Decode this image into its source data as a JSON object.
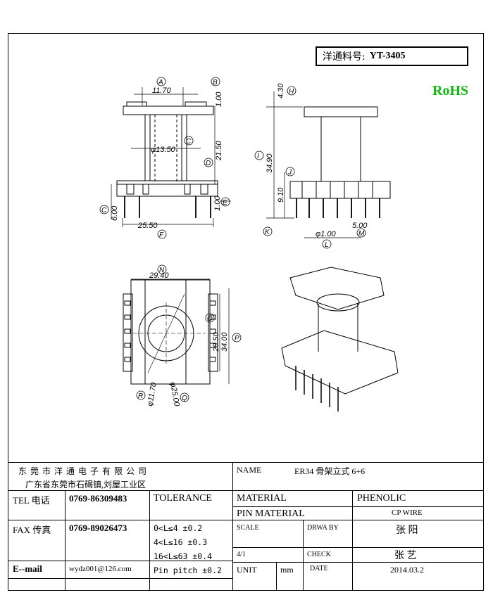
{
  "header": {
    "part_label": "洋通料号:",
    "part_number": "YT-3405",
    "rohs": "RoHS"
  },
  "dims": {
    "d_11_70": "11.70",
    "d_1_00_top": "1.00",
    "d_13_50": "φ13.50",
    "d_21_50": "21.50",
    "d_6_00": "6.00",
    "d_1_00_e": "1.00",
    "d_25_50": "25.50",
    "d_4_30": "4.30",
    "d_34_90": "34.90",
    "d_9_10": "9.10",
    "d_5_00": "5.00",
    "d_phi1": "φ1.00",
    "d_29_40": "29.40",
    "d_28_50": "28.50",
    "d_34_00": "34.00",
    "d_phi11_70": "φ11.70",
    "d_phi25": "φ25.00"
  },
  "callouts": [
    "A",
    "B",
    "C",
    "D",
    "C",
    "E",
    "F",
    "H",
    "I",
    "J",
    "K",
    "L",
    "M",
    "N",
    "O",
    "P",
    "R",
    "Q"
  ],
  "title_block": {
    "company_name": "东 莞 市 洋 通 电 子 有 限 公 司",
    "company_address": "广东省东莞市石碣镇,刘屋工业区",
    "tel_label": "TEL 电话",
    "tel_value": "0769-86309483",
    "fax_label": "FAX 传真",
    "fax_value": "0769-89026473",
    "email_label": "E--mail",
    "email_value": "wydz001@126.com",
    "tolerance_label": "TOLERANCE",
    "tol_1": "0<L≤4  ±0.2",
    "tol_2": "4<L≤16 ±0.3",
    "tol_3": "16<L≤63 ±0.4",
    "tol_4": "Pin pitch ±0.2",
    "name_label": "NAME",
    "name_value": "ER34 骨架立式 6+6",
    "material_label": "MATERIAL",
    "material_value": "PHENOLIC",
    "pin_material_label": "PIN MATERIAL",
    "pin_material_value": "CP WIRE",
    "scale_label": "SCALE",
    "scale_value": "4/1",
    "drawby_label": "DRWA BY",
    "drawby_value": "张 阳",
    "check_label": "CHECK",
    "check_value": "张 艺",
    "unit_label": "UNIT",
    "unit_value": "mm",
    "date_label": "DATE",
    "date_value": "2014.03.2"
  }
}
